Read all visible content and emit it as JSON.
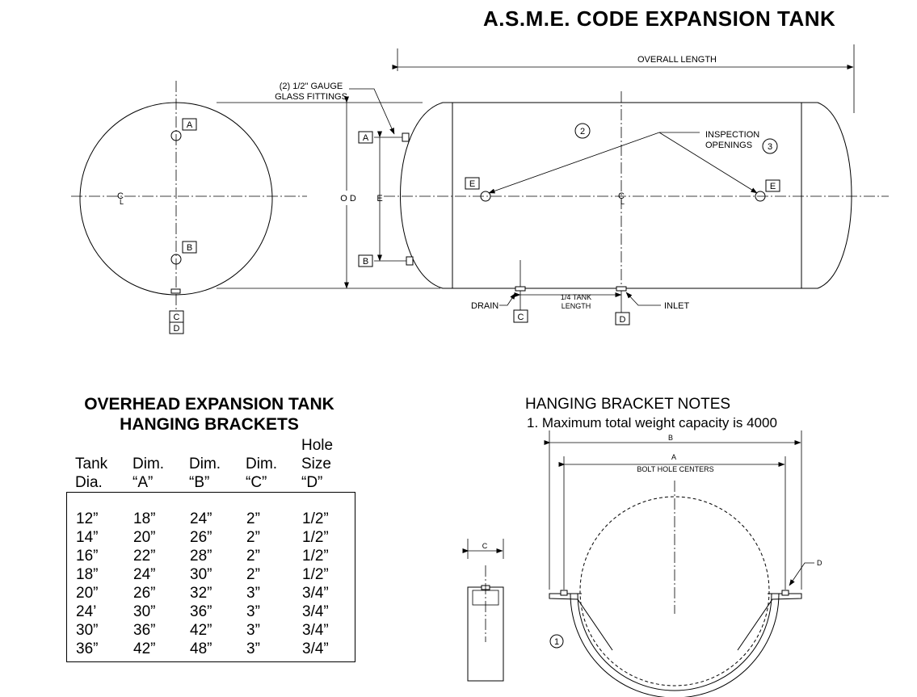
{
  "title": "A.S.M.E.  CODE  EXPANSION  TANK",
  "elevation_view": {
    "overall_length": "OVERALL LENGTH",
    "gauge_note_line1": "(2) 1/2\" GAUGE",
    "gauge_note_line2": "GLASS FITTINGS",
    "inspection_line1": "INSPECTION",
    "inspection_line2": "OPENINGS",
    "inspection_callout": "3",
    "shell_callout": "2",
    "drain": "DRAIN",
    "inlet": "INLET",
    "quarter_line1": "1/4 TANK",
    "quarter_line2": "LENGTH",
    "od": "O D",
    "e_dim": "E",
    "tag_a": "A",
    "tag_b": "B",
    "tag_c": "C",
    "tag_d": "D",
    "tag_e": "E",
    "centerline": "C",
    "centerline_sub": "L"
  },
  "end_view": {
    "tag_a": "A",
    "tag_b": "B",
    "tag_c": "C",
    "tag_d": "D",
    "centerline": "C",
    "centerline_sub": "L"
  },
  "table": {
    "title_line1": "OVERHEAD EXPANSION TANK",
    "title_line2": "HANGING BRACKETS",
    "headers": [
      {
        "line1": "",
        "line2": "Tank",
        "line3": "Dia."
      },
      {
        "line1": "",
        "line2": "Dim.",
        "line3": "“A”"
      },
      {
        "line1": "",
        "line2": "Dim.",
        "line3": "“B”"
      },
      {
        "line1": "",
        "line2": "Dim.",
        "line3": "“C”"
      },
      {
        "line1": "Hole",
        "line2": "Size",
        "line3": "“D”"
      }
    ],
    "rows": [
      [
        "12”",
        "18”",
        "24”",
        "2”",
        "1/2”"
      ],
      [
        "14”",
        "20”",
        "26”",
        "2”",
        "1/2”"
      ],
      [
        "16”",
        "22”",
        "28”",
        "2”",
        "1/2”"
      ],
      [
        "18”",
        "24”",
        "30”",
        "2”",
        "1/2”"
      ],
      [
        "20”",
        "26”",
        "32”",
        "3”",
        "3/4”"
      ],
      [
        "24’",
        "30”",
        "36”",
        "3”",
        "3/4”"
      ],
      [
        "30”",
        "36”",
        "42”",
        "3”",
        "3/4”"
      ],
      [
        "36”",
        "42”",
        "48”",
        "3”",
        "3/4”"
      ]
    ]
  },
  "notes": {
    "title": "HANGING BRACKET NOTES",
    "line1": "1.  Maximum total weight capacity is 4000"
  },
  "bracket_view": {
    "dim_a": "A",
    "bolt_hole_centers": "BOLT HOLE CENTERS",
    "dim_b": "B",
    "dim_c": "C",
    "dim_d": "D",
    "callout": "1"
  }
}
